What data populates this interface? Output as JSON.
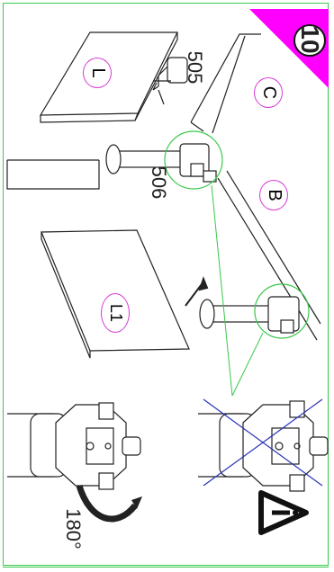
{
  "step_number": "10",
  "part_labels": {
    "l": "L",
    "c": "C",
    "b": "B",
    "l1": "L1"
  },
  "callouts": {
    "p505": "505",
    "p506": "506"
  },
  "rotation_label": "180°",
  "colors": {
    "frame": "#39c84a",
    "tab": "#ff00ff",
    "label_circle": "#d63ad6",
    "cross": "#2a33b8"
  },
  "icons": [
    "warning-icon",
    "rotate-arrow-icon"
  ]
}
